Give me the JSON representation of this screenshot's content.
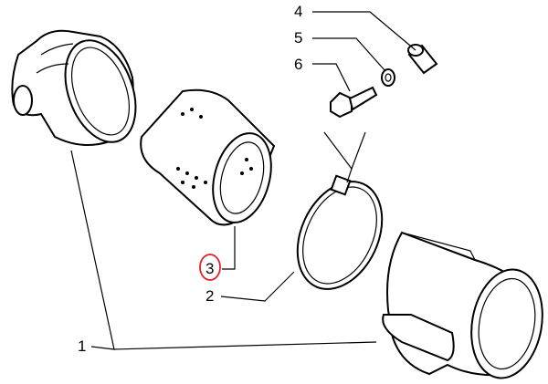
{
  "diagram": {
    "callouts": [
      {
        "id": "1",
        "label": "1",
        "part": "hose-elbows"
      },
      {
        "id": "2",
        "label": "2",
        "part": "clamp-ring"
      },
      {
        "id": "3",
        "label": "3",
        "part": "filter-cartridge",
        "highlighted": true
      },
      {
        "id": "4",
        "label": "4",
        "part": "spacer-bushing"
      },
      {
        "id": "5",
        "label": "5",
        "part": "washer"
      },
      {
        "id": "6",
        "label": "6",
        "part": "bolt"
      }
    ],
    "highlight_color": "#e0202a"
  }
}
